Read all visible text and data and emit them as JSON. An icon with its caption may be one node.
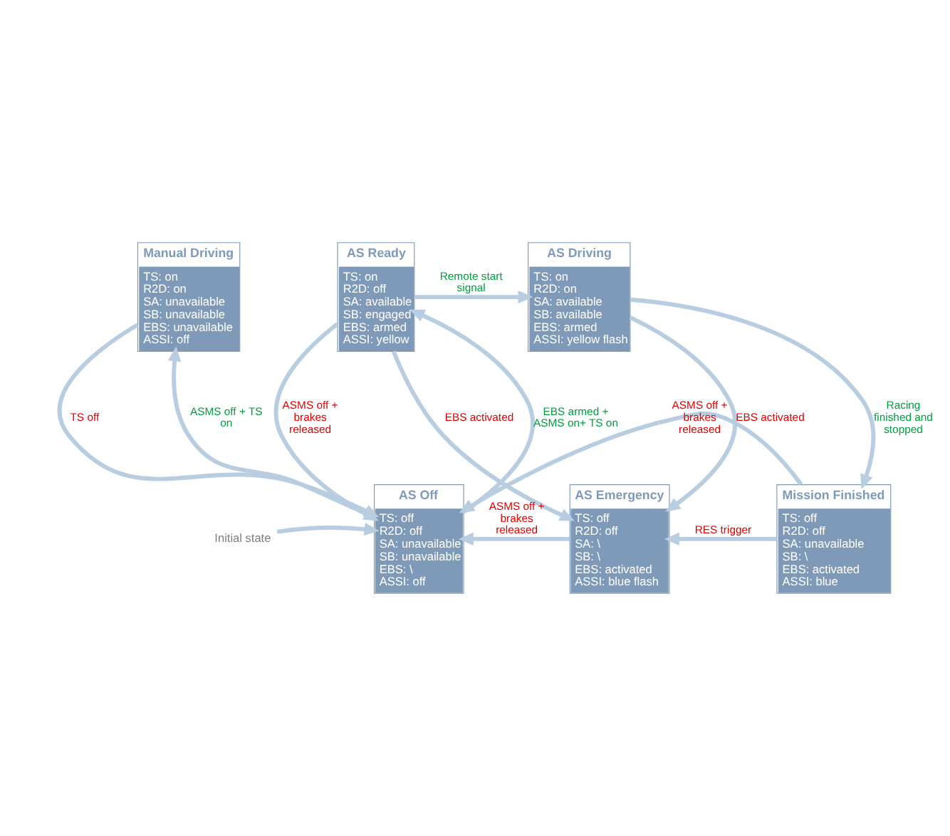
{
  "diagram": {
    "nodes": [
      {
        "text": [
          "Manual Driving",
          "TS: on",
          "R2D: on",
          "SA: unavailable",
          "SB: unavailable",
          "EBS: unavailable",
          "ASSI: off"
        ]
      },
      {
        "text": [
          "AS Ready",
          "TS: on",
          "R2D: off",
          "SA: available",
          "SB: engaged",
          "EBS: armed",
          "ASSI: yellow"
        ]
      },
      {
        "text": [
          "AS Driving",
          "TS: on",
          "R2D: on",
          "SA: available",
          "SB: available",
          "EBS: armed",
          "ASSI: yellow flash"
        ]
      },
      {
        "text": [
          "Initial state"
        ]
      },
      {
        "text": [
          "AS Off",
          "TS: off",
          "R2D: off",
          "SA: unavailable",
          "SB: unavailable",
          "EBS: \\",
          "ASSI: off"
        ]
      },
      {
        "text": [
          "AS Emergency",
          "TS: off",
          "R2D: off",
          "SA: \\",
          "SB: \\",
          "EBS: activated",
          "ASSI: blue flash"
        ]
      },
      {
        "text": [
          "Mission Finished",
          "TS: off",
          "R2D: off",
          "SA: unavailable",
          "SB: \\",
          "EBS: activated",
          "ASSI: blue"
        ]
      }
    ],
    "edges": [
      {
        "from": 0,
        "to": 4,
        "label": "TS off",
        "arrow": "to"
      },
      {
        "from": 4,
        "to": 0,
        "label": "ASMS off + TS on",
        "arrow": "to"
      },
      {
        "from": 4,
        "to": 1,
        "label": "EBS armed + ASMS on+ TS on",
        "arrow": "to"
      },
      {
        "from": 1,
        "to": 4,
        "label": "ASMS off + brakes released",
        "arrow": "to"
      },
      {
        "from": 1,
        "to": 2,
        "label": "Remote start signal",
        "arrow": "to"
      },
      {
        "from": 1,
        "to": 5,
        "label": "EBS activated",
        "arrow": "to"
      },
      {
        "from": 2,
        "to": 5,
        "label": "EBS activated",
        "arrow": "to"
      },
      {
        "from": 2,
        "to": 6,
        "label": "Racing finished and stopped",
        "arrow": "to"
      },
      {
        "from": 3,
        "to": 4,
        "arrow": "to"
      },
      {
        "from": 5,
        "to": 4,
        "label": "ASMS off + brakes released",
        "arrow": "to"
      },
      {
        "from": 6,
        "to": 5,
        "label": "RES trigger",
        "arrow": "to"
      },
      {
        "from": 6,
        "to": 4,
        "label": "ASMS off + brakes released",
        "arrow": "to"
      }
    ]
  }
}
